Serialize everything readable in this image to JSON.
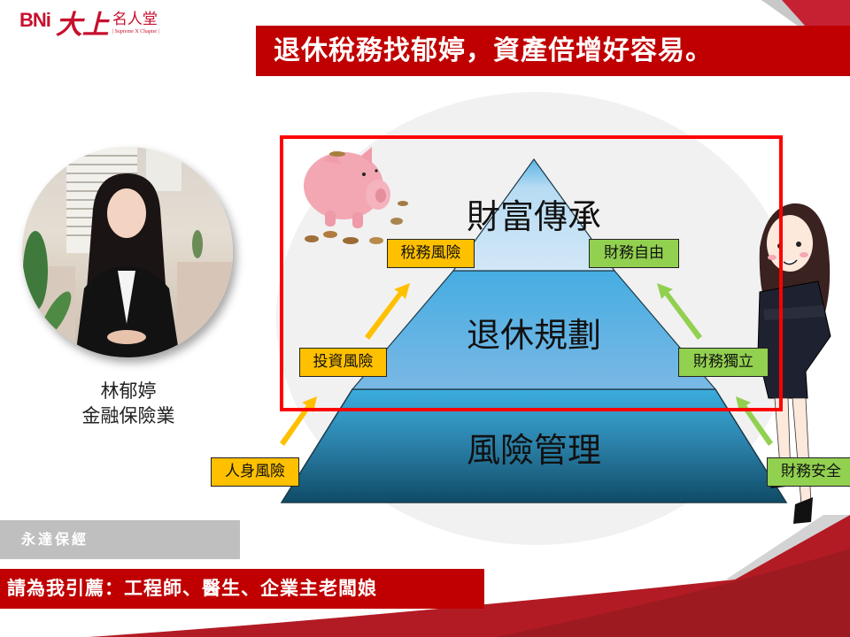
{
  "logo": {
    "bni": "BNi",
    "big_chars": "大上",
    "chapter_name": "名人堂",
    "subtitle": "| Supreme X Chapter |"
  },
  "header": {
    "title": "退休稅務找郁婷，資產倍增好容易。"
  },
  "profile": {
    "name": "林郁婷",
    "industry": "金融保險業"
  },
  "pyramid": {
    "tiers": [
      {
        "label": "財富傳承",
        "color_top": "#5ab4e4",
        "color_bottom": "#cfe6f7"
      },
      {
        "label": "退休規劃",
        "color_top": "#47aee2",
        "color_bottom": "#7fbbe6"
      },
      {
        "label": "風險管理",
        "color_top": "#3aaadf",
        "color_bottom": "#114e6a"
      }
    ],
    "left_tags": [
      {
        "label": "稅務風險"
      },
      {
        "label": "投資風險"
      },
      {
        "label": "人身風險"
      }
    ],
    "right_tags": [
      {
        "label": "財務自由"
      },
      {
        "label": "財務獨立"
      },
      {
        "label": "財務安全"
      }
    ],
    "colors": {
      "left_tag": "#ffc000",
      "right_tag": "#92d050",
      "left_arrow": "#ffc000",
      "right_arrow": "#92d050",
      "frame": "#ff0000"
    }
  },
  "footer": {
    "company": "永達保經",
    "referral": "請為我引薦：工程師、醫生、企業主老闆娘"
  },
  "theme": {
    "brand_red": "#c00000",
    "gray_bar": "#bfbfbf",
    "wave_red": "#b31b24"
  }
}
